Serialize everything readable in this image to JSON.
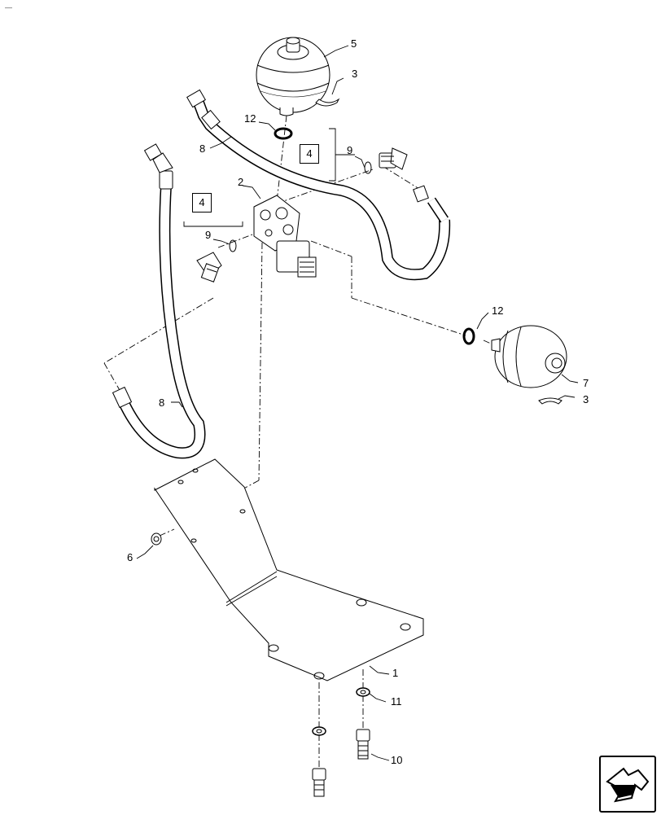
{
  "page_code": "—",
  "callouts": {
    "c1": "1",
    "c2": "2",
    "c3a": "3",
    "c3b": "3",
    "c4a": "4",
    "c4b": "4",
    "c5": "5",
    "c6": "6",
    "c7": "7",
    "c8a": "8",
    "c8b": "8",
    "c9a": "9",
    "c9b": "9",
    "c10": "10",
    "c11": "11",
    "c12a": "12",
    "c12b": "12"
  },
  "nav_button_icon": "arrow-turn-icon",
  "colors": {
    "line": "#000000",
    "background": "#ffffff",
    "shade": "#d9d9d9"
  }
}
